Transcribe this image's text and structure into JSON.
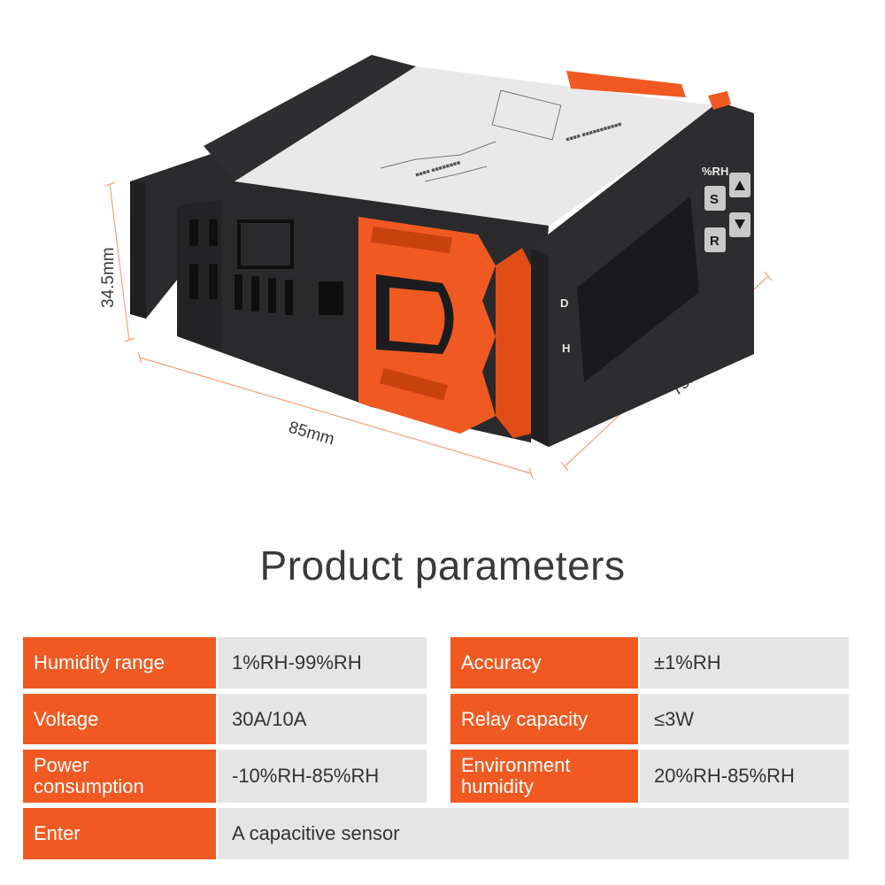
{
  "dimensions": {
    "height": "34.5mm",
    "length": "85mm",
    "depth": "75mm"
  },
  "device": {
    "display_unit_label": "%RH",
    "button_s": "S",
    "button_r": "R",
    "indicator_d": "D",
    "indicator_h": "H",
    "colors": {
      "body": "#2a2a2c",
      "clip": "#f05a22",
      "label": "#e9e9e9"
    }
  },
  "section_title": "Product parameters",
  "parameters": {
    "humidity_range": {
      "label": "Humidity range",
      "value": "1%RH-99%RH"
    },
    "accuracy": {
      "label": "Accuracy",
      "value": "±1%RH"
    },
    "voltage": {
      "label": "Voltage",
      "value": "30A/10A"
    },
    "relay_capacity": {
      "label": "Relay capacity",
      "value": "≤3W"
    },
    "power_consumption": {
      "label": "Power consumption",
      "value": "-10%RH-85%RH"
    },
    "environment_humidity": {
      "label": "Environment humidity",
      "value": "20%RH-85%RH"
    },
    "enter": {
      "label": "Enter",
      "value": "A capacitive sensor"
    }
  },
  "theme": {
    "accent": "#f05a22",
    "value_bg": "#e5e5e5",
    "text": "#333333"
  }
}
